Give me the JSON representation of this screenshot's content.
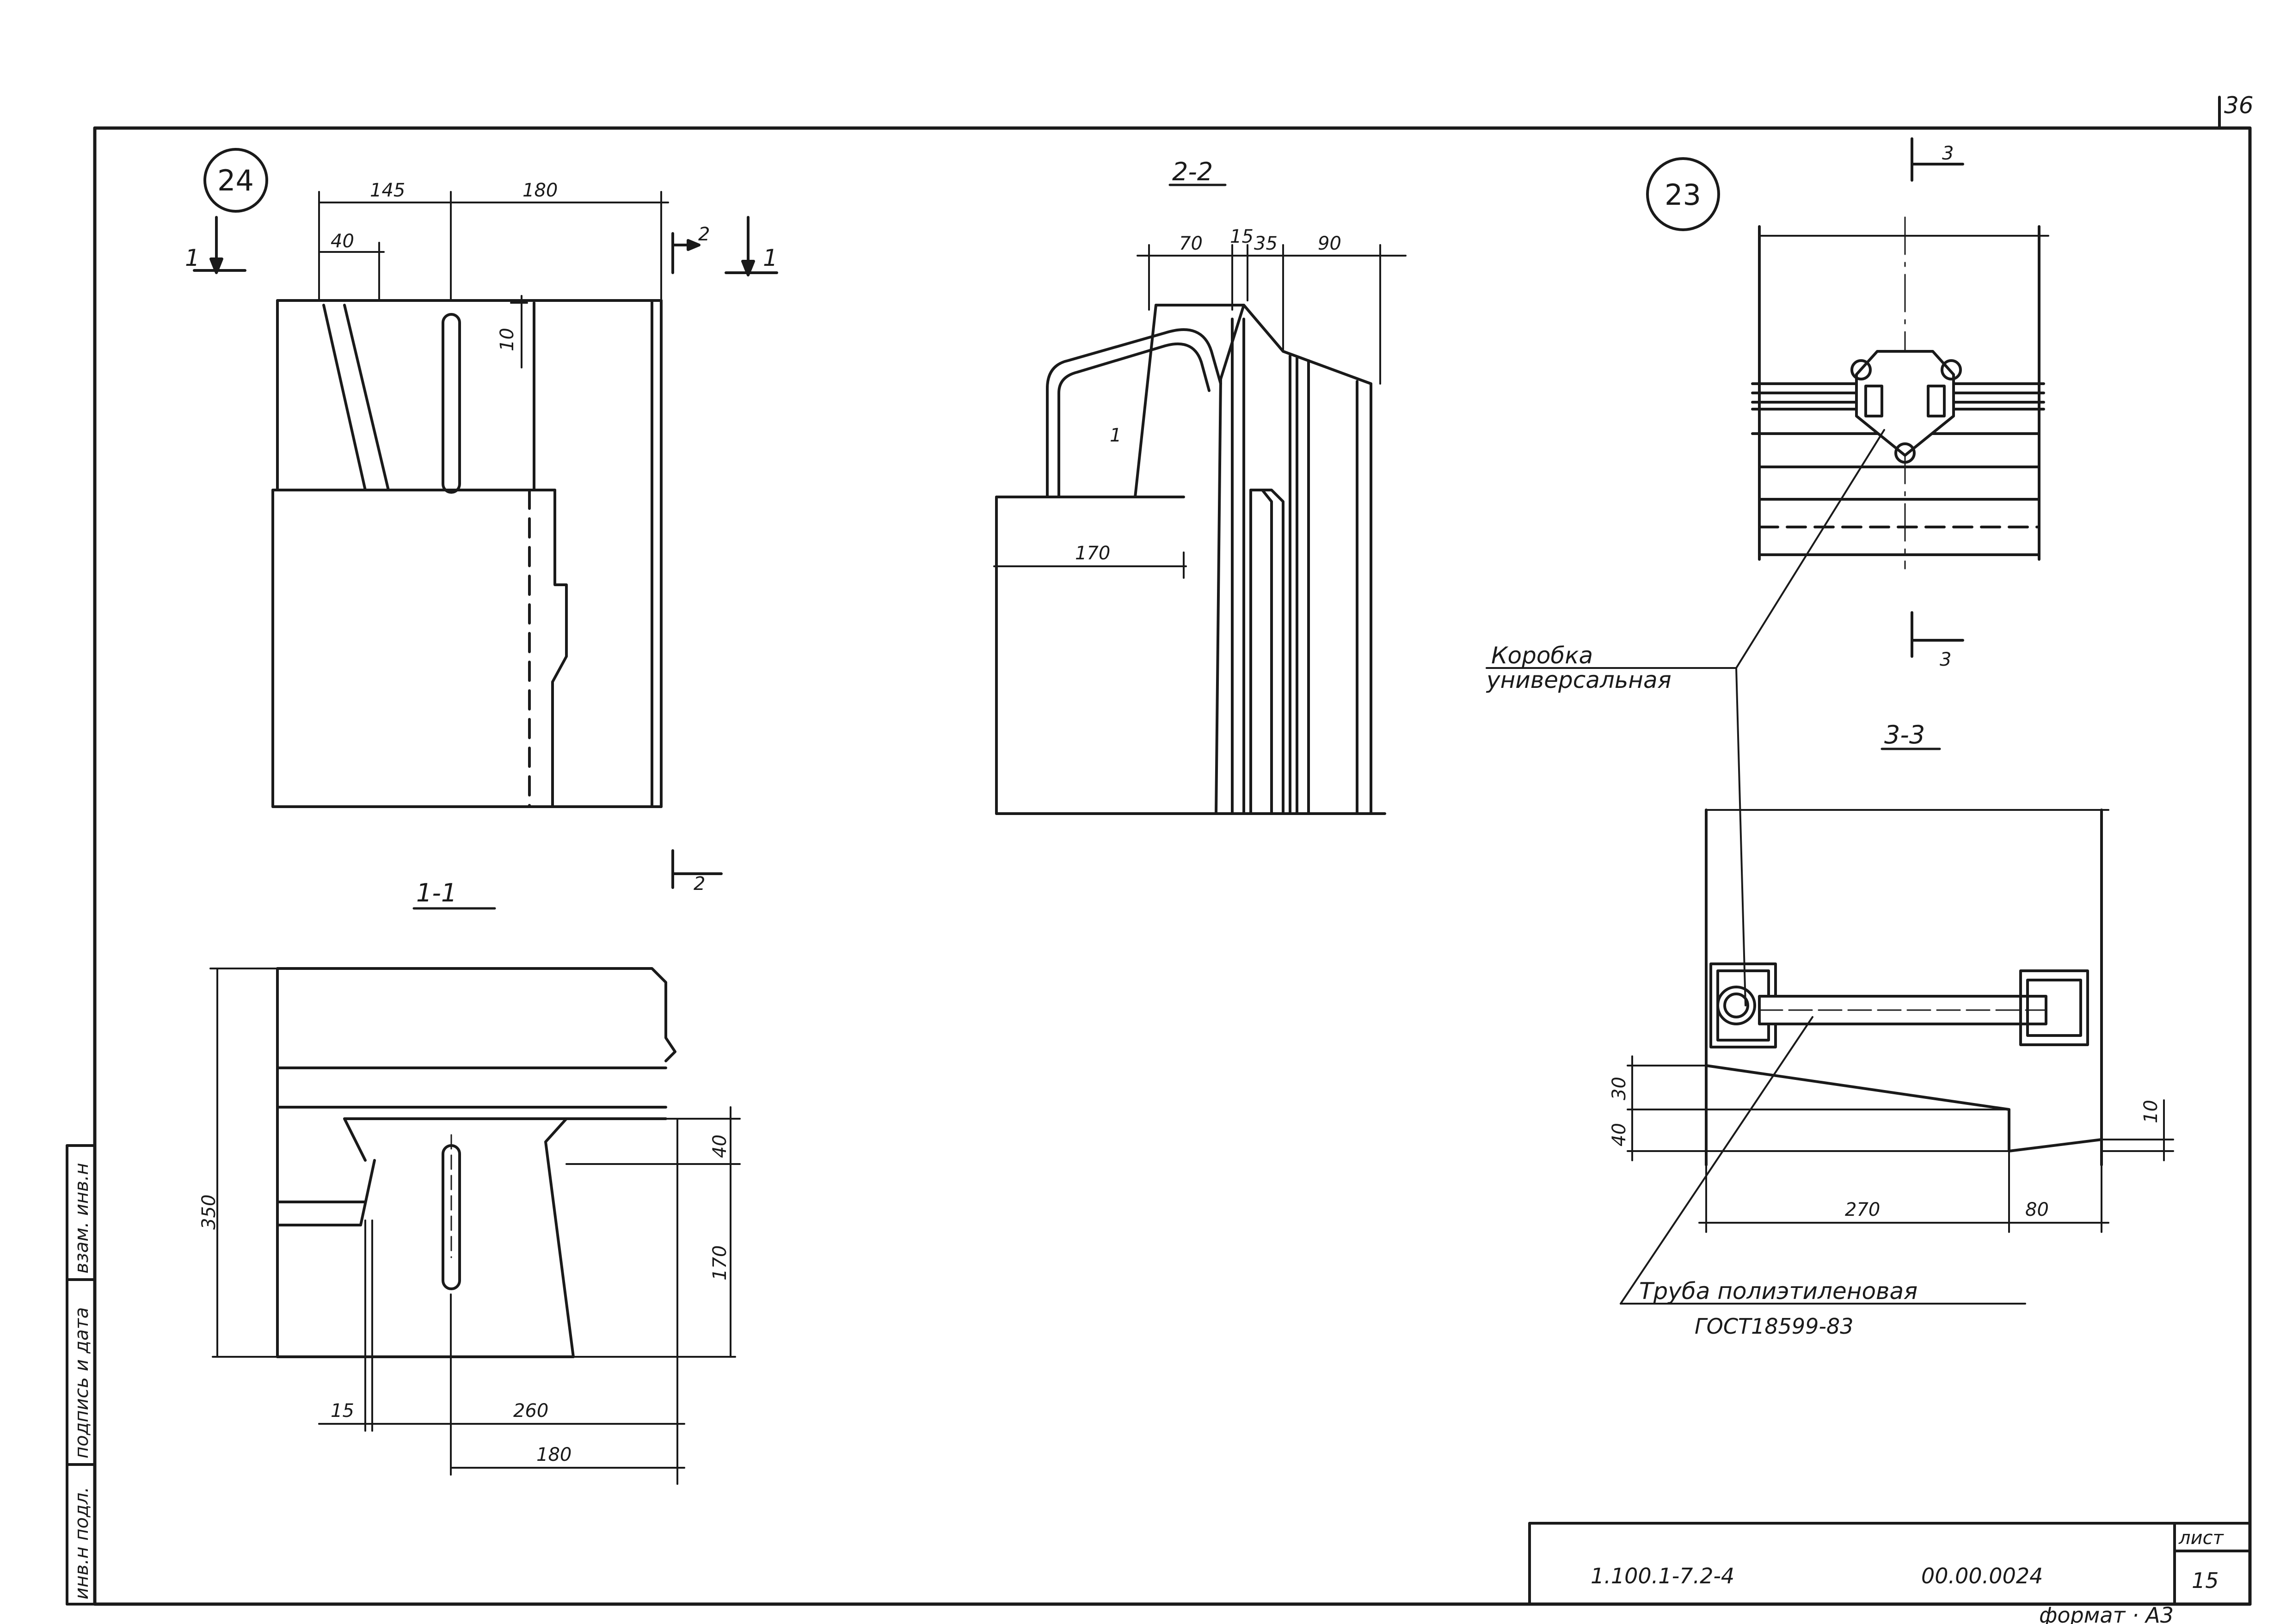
{
  "page": {
    "sheet_corner_number": "36",
    "format_label": "формат · А3"
  },
  "title_block": {
    "doc_code": "1.100.1-7.2-4",
    "item_code": "00.00.0024",
    "sheet_label": "лист",
    "sheet_number": "15"
  },
  "side_stamp": {
    "inv_original": "инв.н подл.",
    "signature_date": "подпись и дата",
    "replace_inv": "взам. инв.н"
  },
  "detail_24": {
    "node_number": "24",
    "dims": [
      "145",
      "180",
      "40",
      "10"
    ],
    "cut_mark_1_left": "1",
    "cut_mark_1_right": "1",
    "cut_mark_2_top": "2",
    "cut_mark_2_bottom": "2"
  },
  "section_1_1": {
    "title": "1-1",
    "dims": [
      "350",
      "40",
      "170",
      "15",
      "260",
      "180"
    ]
  },
  "section_2_2": {
    "title": "2-2",
    "dims": [
      "70",
      "15",
      "35",
      "90",
      "170"
    ],
    "part_mark": "1"
  },
  "detail_23": {
    "node_number": "23",
    "cut_mark_3_top": "3",
    "cut_mark_3_bottom": "3"
  },
  "section_3_3": {
    "title": "3-3",
    "dims": [
      "30",
      "40",
      "10",
      "270",
      "80"
    ]
  },
  "callouts": {
    "box_line1": "Коробка",
    "box_line2": "универсальная",
    "pipe_line1": "Труба полиэтиленовая",
    "pipe_line2": "ГОСТ18599-83"
  }
}
